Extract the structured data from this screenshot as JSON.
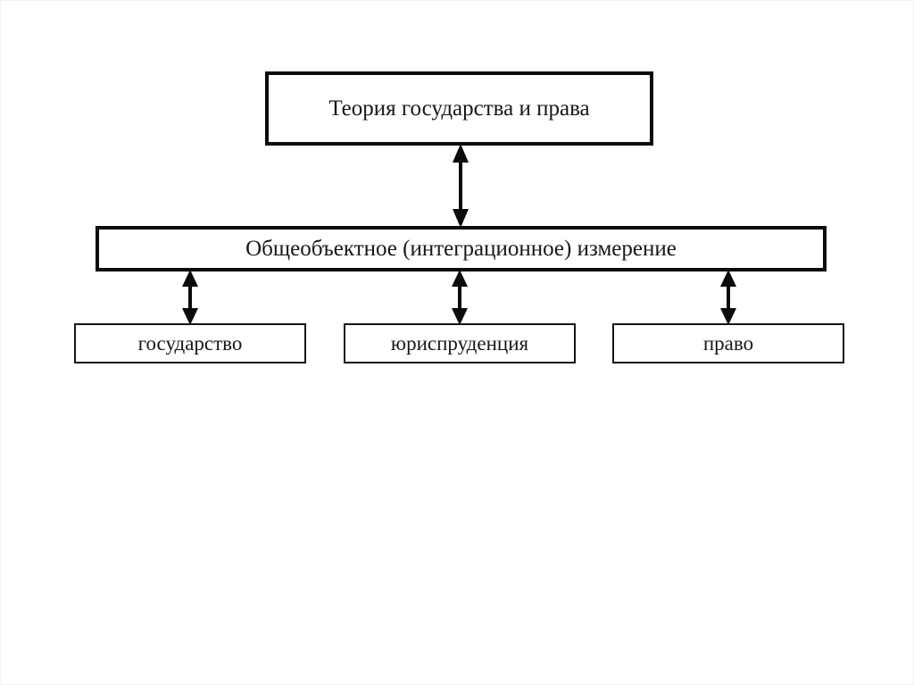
{
  "diagram": {
    "title_text": "Теория государства и права",
    "background_color": "#ffffff",
    "stroke_color": "#0b0b0d",
    "text_color": "#17171c",
    "nodes": [
      {
        "id": "root",
        "label": "Теория государства и права",
        "level": "top",
        "border_style": "thick"
      },
      {
        "id": "dimension",
        "label": "Общеобъектное (интеграционное) измерение",
        "level": "middle",
        "border_style": "thick"
      },
      {
        "id": "state",
        "label": "государство",
        "level": "leaf",
        "border_style": "thin"
      },
      {
        "id": "jurisprudence",
        "label": "юриспруденция",
        "level": "leaf",
        "border_style": "thin"
      },
      {
        "id": "law",
        "label": "право",
        "level": "leaf",
        "border_style": "thin"
      }
    ],
    "connectors": [
      {
        "id": "root-dimension",
        "from": "root",
        "to": "dimension",
        "arrow_type": "double-headed-vertical-arrow"
      },
      {
        "id": "dimension-state",
        "from": "dimension",
        "to": "state",
        "arrow_type": "double-headed-vertical-arrow"
      },
      {
        "id": "dimension-jurisprudence",
        "from": "dimension",
        "to": "jurisprudence",
        "arrow_type": "double-headed-vertical-arrow"
      },
      {
        "id": "dimension-law",
        "from": "dimension",
        "to": "law",
        "arrow_type": "double-headed-vertical-arrow"
      }
    ]
  }
}
